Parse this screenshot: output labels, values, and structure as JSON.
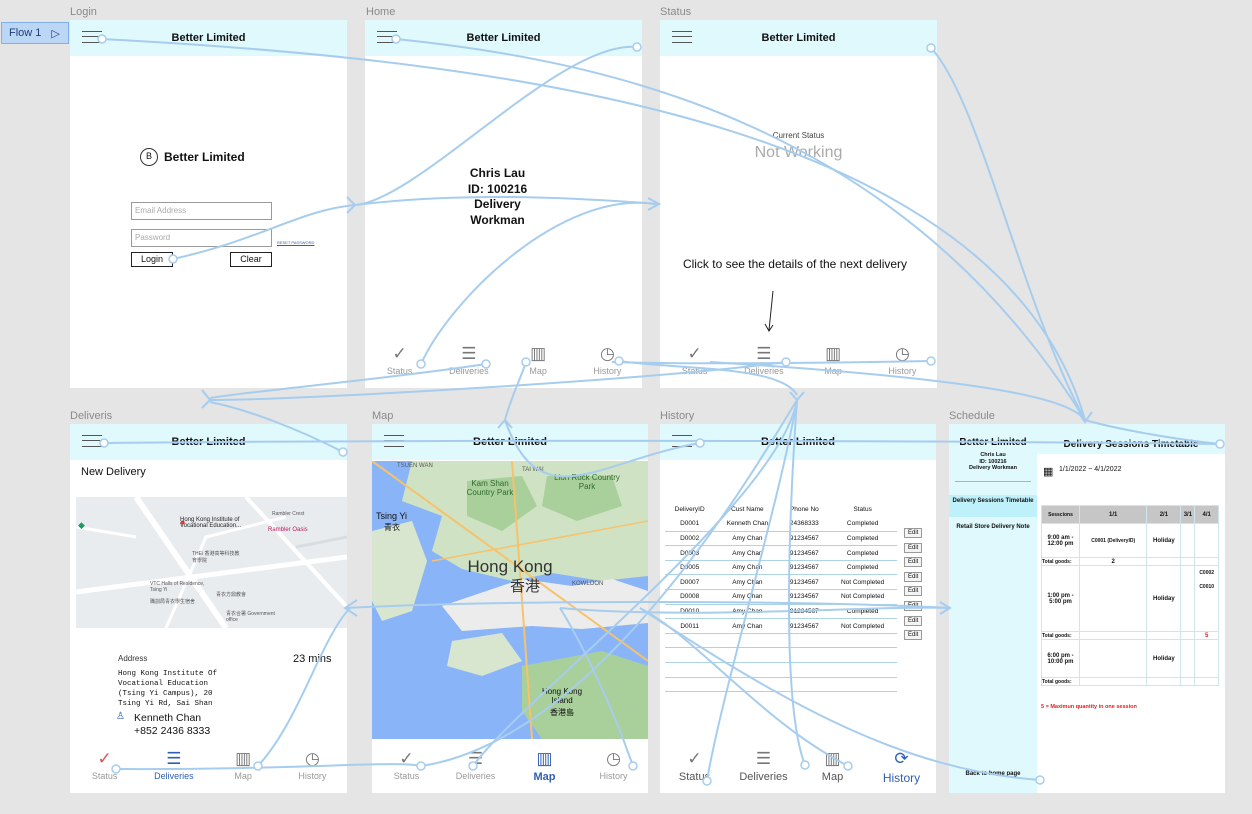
{
  "flow": {
    "label": "Flow 1"
  },
  "frame_labels": {
    "login": "Login",
    "home": "Home",
    "status": "Status",
    "deliveries": "Deliveris",
    "map": "Map",
    "history": "History",
    "schedule": "Schedule"
  },
  "brand": "Better Limited",
  "nav": {
    "status": "Status",
    "deliveries": "Deliveries",
    "map": "Map",
    "history": "History"
  },
  "login": {
    "logo_text": "Better Limited",
    "email_placeholder": "Email Address",
    "password_placeholder": "Password",
    "reset": "RESET PASSWORD",
    "login_btn": "Login",
    "clear_btn": "Clear"
  },
  "home": {
    "name": "Chris Lau",
    "id": "ID: 100216",
    "role1": "Delivery",
    "role2": "Workman"
  },
  "status": {
    "caption": "Current Status",
    "value": "Not Working",
    "hint": "Click to see the details of the next delivery"
  },
  "deliveries": {
    "heading": "New Delivery",
    "address_label": "Address",
    "eta": "23 mins",
    "address_text": "Hong Kong Institute Of Vocational Education (Tsing Yi Campus), 20 Tsing Yi Rd, Sai Shan",
    "customer": "Kenneth Chan",
    "phone": "+852 2436 8333",
    "map_labels": {
      "ive": "Hong Kong Institute of Vocational Education...",
      "rambler": "Rambler Crest",
      "oasis": "Rambler Oasis",
      "thei": "THEi 香港高等科技教育學院",
      "vtc": "VTC Halls of Residence, Tsing Yi",
      "vtc_zh": "職訓局青衣學生宿舍",
      "church": "青衣方鼎教會",
      "govt": "青衣合署 Government office"
    }
  },
  "mapview": {
    "city": "Hong Kong",
    "city_zh": "香港",
    "island": "Hong Kong Island",
    "island_zh": "香港島",
    "tsingyi": "Tsing Yi",
    "tsingyi_zh": "青衣",
    "kamshan": "Kam Shan Country Park",
    "lionrock": "Lion Rock Country Park",
    "tsuenwan": "TSUEN WAN",
    "taiwai": "TAI WAI",
    "kowloon": "KOWLOON"
  },
  "history": {
    "columns": [
      "DeliveryID",
      "Cust Name",
      "Phone No",
      "Status"
    ],
    "rows": [
      [
        "D0001",
        "Kenneth Chan",
        "24368333",
        "Completed"
      ],
      [
        "D0002",
        "Amy Chan",
        "91234567",
        "Completed"
      ],
      [
        "D0003",
        "Amy Chan",
        "91234567",
        "Completed"
      ],
      [
        "D0005",
        "Amy Chan",
        "91234567",
        "Completed"
      ],
      [
        "D0007",
        "Amy Chan",
        "91234567",
        "Not Completed"
      ],
      [
        "D0008",
        "Amy Chan",
        "91234567",
        "Not Completed"
      ],
      [
        "D0010",
        "Amy Chan",
        "91234567",
        "Completed"
      ],
      [
        "D0011",
        "Amy Chan",
        "91234567",
        "Not Completed"
      ]
    ],
    "edit": "Edit"
  },
  "schedule": {
    "name": "Chris Lau",
    "id": "ID: 100216",
    "role": "Delivery Workman",
    "menu_active": "Delivery Sessions Timetable",
    "menu_item": "Retail Store Delivery Note",
    "back": "Back to home page",
    "title": "Delivery Sessions Timetable",
    "range": "1/1/2022 ~ 4/1/2022",
    "cols": [
      "Sesscions",
      "1/1",
      "2/1",
      "3/1",
      "4/1"
    ],
    "s1": "9:00 am - 12:00 pm",
    "s1_c1": "C0001 (DeliveryID)",
    "s1_c2": "Holiday",
    "s1_total": "2",
    "s2": "1:00 pm - 5:00 pm",
    "s2_c2": "Holiday",
    "s2_c4a": "C0002",
    "s2_c4b": "C0010",
    "s2_total": "5",
    "s3": "6:00 pm - 10:00 pm",
    "s3_c2": "Holiday",
    "total": "Total goods:",
    "note": "5 = Maximun quantity in one session"
  },
  "colors": {
    "header": "#dff9fd",
    "connector": "#a7cdee",
    "accent": "#2f5fb2",
    "warning": "#e02020"
  }
}
